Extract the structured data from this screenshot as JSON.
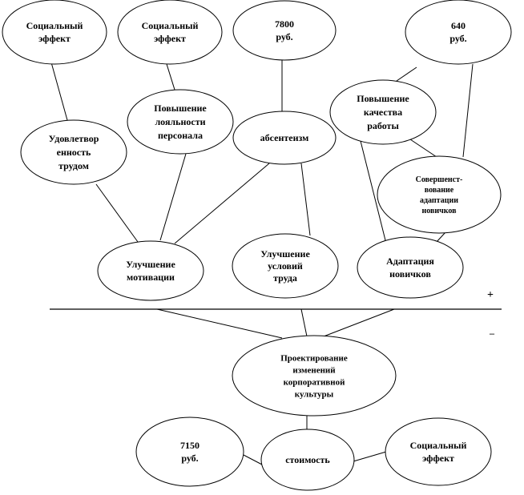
{
  "nodes": [
    {
      "id": "soc1",
      "lines": [
        "Социальный",
        "эффект"
      ]
    },
    {
      "id": "soc2",
      "lines": [
        "Социальный",
        "эффект"
      ]
    },
    {
      "id": "rub7800",
      "lines": [
        "7800",
        "руб."
      ]
    },
    {
      "id": "rub640",
      "lines": [
        "640",
        "руб."
      ]
    },
    {
      "id": "satisfaction",
      "lines": [
        "Удовлетвор",
        "енность",
        "трудом"
      ]
    },
    {
      "id": "loyalty",
      "lines": [
        "Повышение",
        "лояльности",
        "персонала"
      ]
    },
    {
      "id": "absent",
      "lines": [
        "абсентеизм"
      ]
    },
    {
      "id": "quality",
      "lines": [
        "Повышение",
        "качества",
        "работы"
      ]
    },
    {
      "id": "improve_adapt",
      "lines": [
        "Совершенст-",
        "вование",
        "адаптации",
        "новичков"
      ]
    },
    {
      "id": "motivation",
      "lines": [
        "Улучшение",
        "мотивации"
      ]
    },
    {
      "id": "conditions",
      "lines": [
        "Улучшение",
        "условий",
        "труда"
      ]
    },
    {
      "id": "adaptation",
      "lines": [
        "Адаптация",
        "новичков"
      ]
    },
    {
      "id": "design",
      "lines": [
        "Проектирование",
        "изменений",
        "корпоративной",
        "культуры"
      ]
    },
    {
      "id": "rub7150",
      "lines": [
        "7150",
        "руб."
      ]
    },
    {
      "id": "cost",
      "lines": [
        "стоимость"
      ]
    },
    {
      "id": "soc3",
      "lines": [
        "Социальный",
        "эффект"
      ]
    }
  ],
  "edges": [
    [
      "soc1",
      "satisfaction"
    ],
    [
      "soc2",
      "loyalty"
    ],
    [
      "rub7800",
      "absent"
    ],
    [
      "rub640",
      "quality"
    ],
    [
      "rub640",
      "improve_adapt"
    ],
    [
      "quality",
      "improve_adapt"
    ],
    [
      "quality",
      "adaptation"
    ],
    [
      "improve_adapt",
      "adaptation"
    ],
    [
      "satisfaction",
      "motivation"
    ],
    [
      "loyalty",
      "motivation"
    ],
    [
      "absent",
      "motivation"
    ],
    [
      "absent",
      "conditions"
    ],
    [
      "motivation",
      "design"
    ],
    [
      "conditions",
      "design"
    ],
    [
      "adaptation",
      "design"
    ],
    [
      "design",
      "cost"
    ],
    [
      "rub7150",
      "cost"
    ],
    [
      "soc3",
      "cost"
    ]
  ],
  "markers": {
    "plus": "+",
    "minus": "–"
  }
}
